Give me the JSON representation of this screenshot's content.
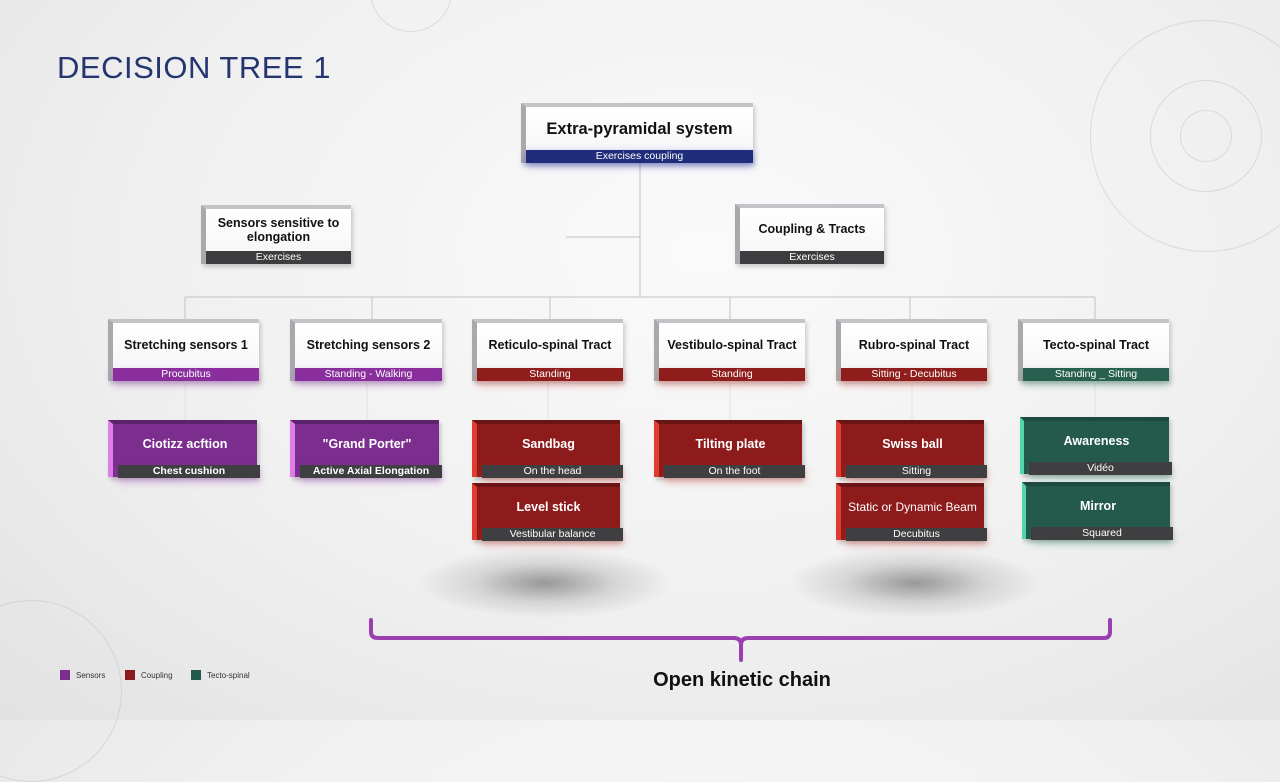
{
  "title": "DECISION TREE 1",
  "root": {
    "label": "Extra-pyramidal system",
    "sub": "Exercises coupling"
  },
  "branches": [
    {
      "label": "Sensors sensitive to elongation",
      "sub": "Exercises"
    },
    {
      "label": "Coupling & Tracts",
      "sub": "Exercises"
    }
  ],
  "columns": [
    {
      "label": "Stretching sensors 1",
      "sub": "Procubitus",
      "theme": "purple",
      "leaves": [
        {
          "label": "Ciotizz acftion",
          "sub": "Chest cushion"
        }
      ]
    },
    {
      "label": "Stretching sensors 2",
      "sub": "Standing - Walking",
      "theme": "purple",
      "leaves": [
        {
          "label": "\"Grand Porter\"",
          "sub": "Active Axial Elongation"
        }
      ]
    },
    {
      "label": "Reticulo-spinal Tract",
      "sub": "Standing",
      "theme": "red",
      "leaves": [
        {
          "label": "Sandbag",
          "sub": "On the head"
        },
        {
          "label": "Level stick",
          "sub": "Vestibular balance"
        }
      ]
    },
    {
      "label": "Vestibulo-spinal Tract",
      "sub": "Standing",
      "theme": "red",
      "leaves": [
        {
          "label": "Tilting plate",
          "sub": "On the foot"
        }
      ]
    },
    {
      "label": "Rubro-spinal Tract",
      "sub": "Sitting - Decubitus",
      "theme": "red",
      "leaves": [
        {
          "label": "Swiss ball",
          "sub": "Sitting"
        },
        {
          "label": "Static or Dynamic Beam",
          "sub": "Decubitus"
        }
      ]
    },
    {
      "label": "Tecto-spinal Tract",
      "sub": "Standing _ Sitting",
      "theme": "teal",
      "leaves": [
        {
          "label": "Awareness",
          "sub": "Vidéo"
        },
        {
          "label": "Mirror",
          "sub": "Squared"
        }
      ]
    }
  ],
  "caption": "Open kinetic chain",
  "legend": [
    {
      "label": "Sensors",
      "color": "#7b2e8e"
    },
    {
      "label": "Coupling",
      "color": "#8e1b1b"
    },
    {
      "label": "Tecto-spinal",
      "color": "#245a4b"
    }
  ],
  "colors": {
    "title": "#243570",
    "root_bar": "#1f2d7a",
    "brace": "#9b3fb0"
  }
}
